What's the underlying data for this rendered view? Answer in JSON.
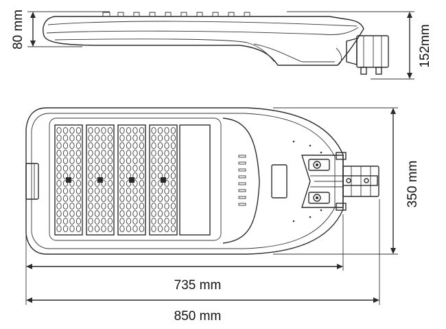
{
  "drawing": {
    "subject": "LED street light dimensional drawing",
    "views": [
      "side-view",
      "top-view"
    ]
  },
  "dimensions": {
    "body_height": "80 mm",
    "total_height": "152mm",
    "width": "350 mm",
    "body_length": "735 mm",
    "total_length": "850 mm"
  },
  "led_modules": {
    "count": 4
  },
  "colors": {
    "line": "#2a2a2a",
    "background": "#ffffff"
  }
}
